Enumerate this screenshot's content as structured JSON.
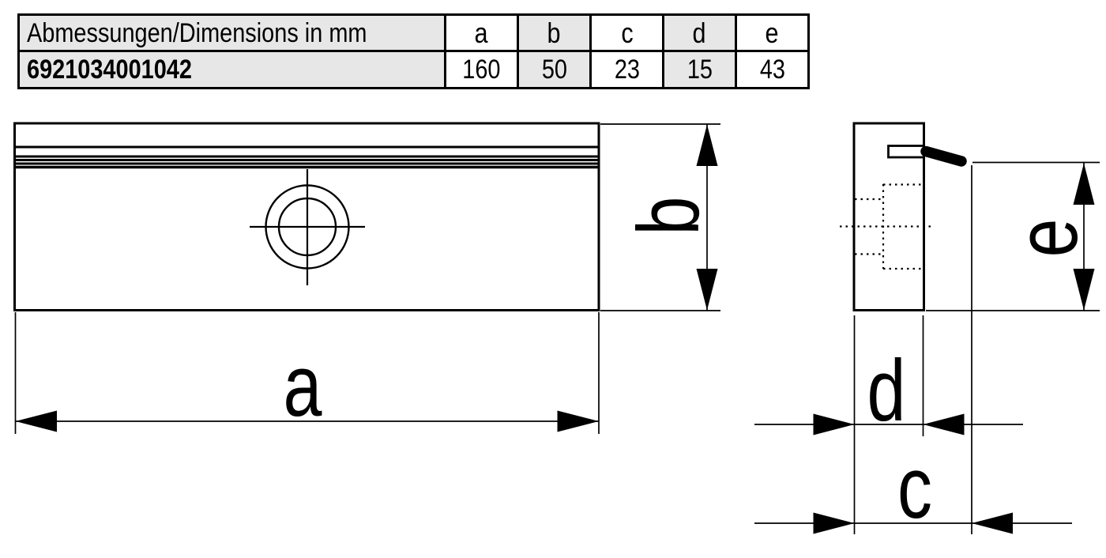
{
  "table": {
    "header_cells": [
      "Abmessungen/Dimensions in mm",
      "a",
      "b",
      "c",
      "d",
      "e"
    ],
    "row_cells": [
      "6921034001042",
      "160",
      "50",
      "23",
      "15",
      "43"
    ]
  },
  "dimensions_mm": {
    "a": 160,
    "b": 50,
    "c": 23,
    "d": 15,
    "e": 43
  },
  "drawing_labels": {
    "a": "a",
    "b": "b",
    "c": "c",
    "d": "d",
    "e": "e"
  },
  "colors": {
    "line": "#000000",
    "table_shaded_cell": "#e7e7e7",
    "background": "#ffffff"
  }
}
